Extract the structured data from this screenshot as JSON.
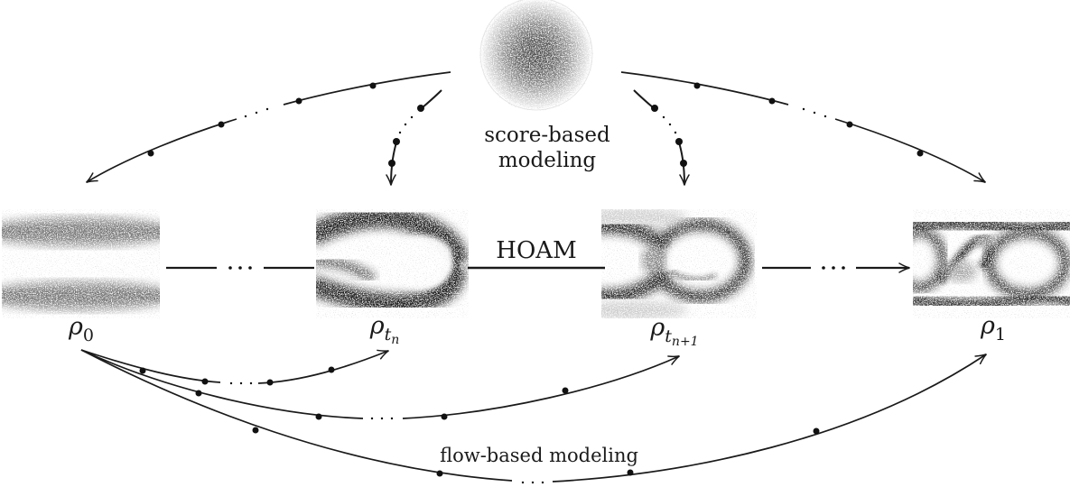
{
  "colors": {
    "ink": "#1a1a1a",
    "noise_gray": "#8a8a8a",
    "background": "#ffffff"
  },
  "score_based": {
    "caption_line1": "score-based",
    "caption_line2": "modeling",
    "source_node": "gaussian-noise-blob"
  },
  "hoam": {
    "label": "HOAM"
  },
  "flow_based": {
    "caption": "flow-based modeling"
  },
  "densities": [
    {
      "id": "rho-0",
      "label_base": "ρ",
      "label_sub": "0",
      "label_subsub": ""
    },
    {
      "id": "rho-t-n",
      "label_base": "ρ",
      "label_sub": "t",
      "label_subsub": "n"
    },
    {
      "id": "rho-t-n+1",
      "label_base": "ρ",
      "label_sub": "t",
      "label_subsub": "n+1"
    },
    {
      "id": "rho-1",
      "label_base": "ρ",
      "label_sub": "1",
      "label_subsub": ""
    }
  ],
  "arrows": [
    {
      "from": "gaussian-noise-blob",
      "to": "rho-0",
      "group": "score-based",
      "style": "curved arc with sample dots and dotted gap"
    },
    {
      "from": "gaussian-noise-blob",
      "to": "rho-t-n",
      "group": "score-based",
      "style": "short dotted descent with sample dots"
    },
    {
      "from": "gaussian-noise-blob",
      "to": "rho-t-n+1",
      "group": "score-based",
      "style": "short dotted descent with sample dots"
    },
    {
      "from": "gaussian-noise-blob",
      "to": "rho-1",
      "group": "score-based",
      "style": "curved arc with sample dots and dotted gap"
    },
    {
      "from": "rho-0",
      "to": "rho-t-n",
      "group": "chain",
      "style": "line with ellipsis"
    },
    {
      "from": "rho-t-n",
      "to": "rho-t-n+1",
      "group": "chain",
      "style": "solid line labeled HOAM"
    },
    {
      "from": "rho-t-n+1",
      "to": "rho-1",
      "group": "chain",
      "style": "line with ellipsis and arrowhead"
    },
    {
      "from": "rho-0",
      "to": "rho-t-n",
      "group": "flow-based",
      "style": "curved arc with sample dots"
    },
    {
      "from": "rho-0",
      "to": "rho-t-n+1",
      "group": "flow-based",
      "style": "curved arc with sample dots"
    },
    {
      "from": "rho-0",
      "to": "rho-1",
      "group": "flow-based",
      "style": "curved arc with sample dots, labeled flow-based modeling"
    }
  ]
}
